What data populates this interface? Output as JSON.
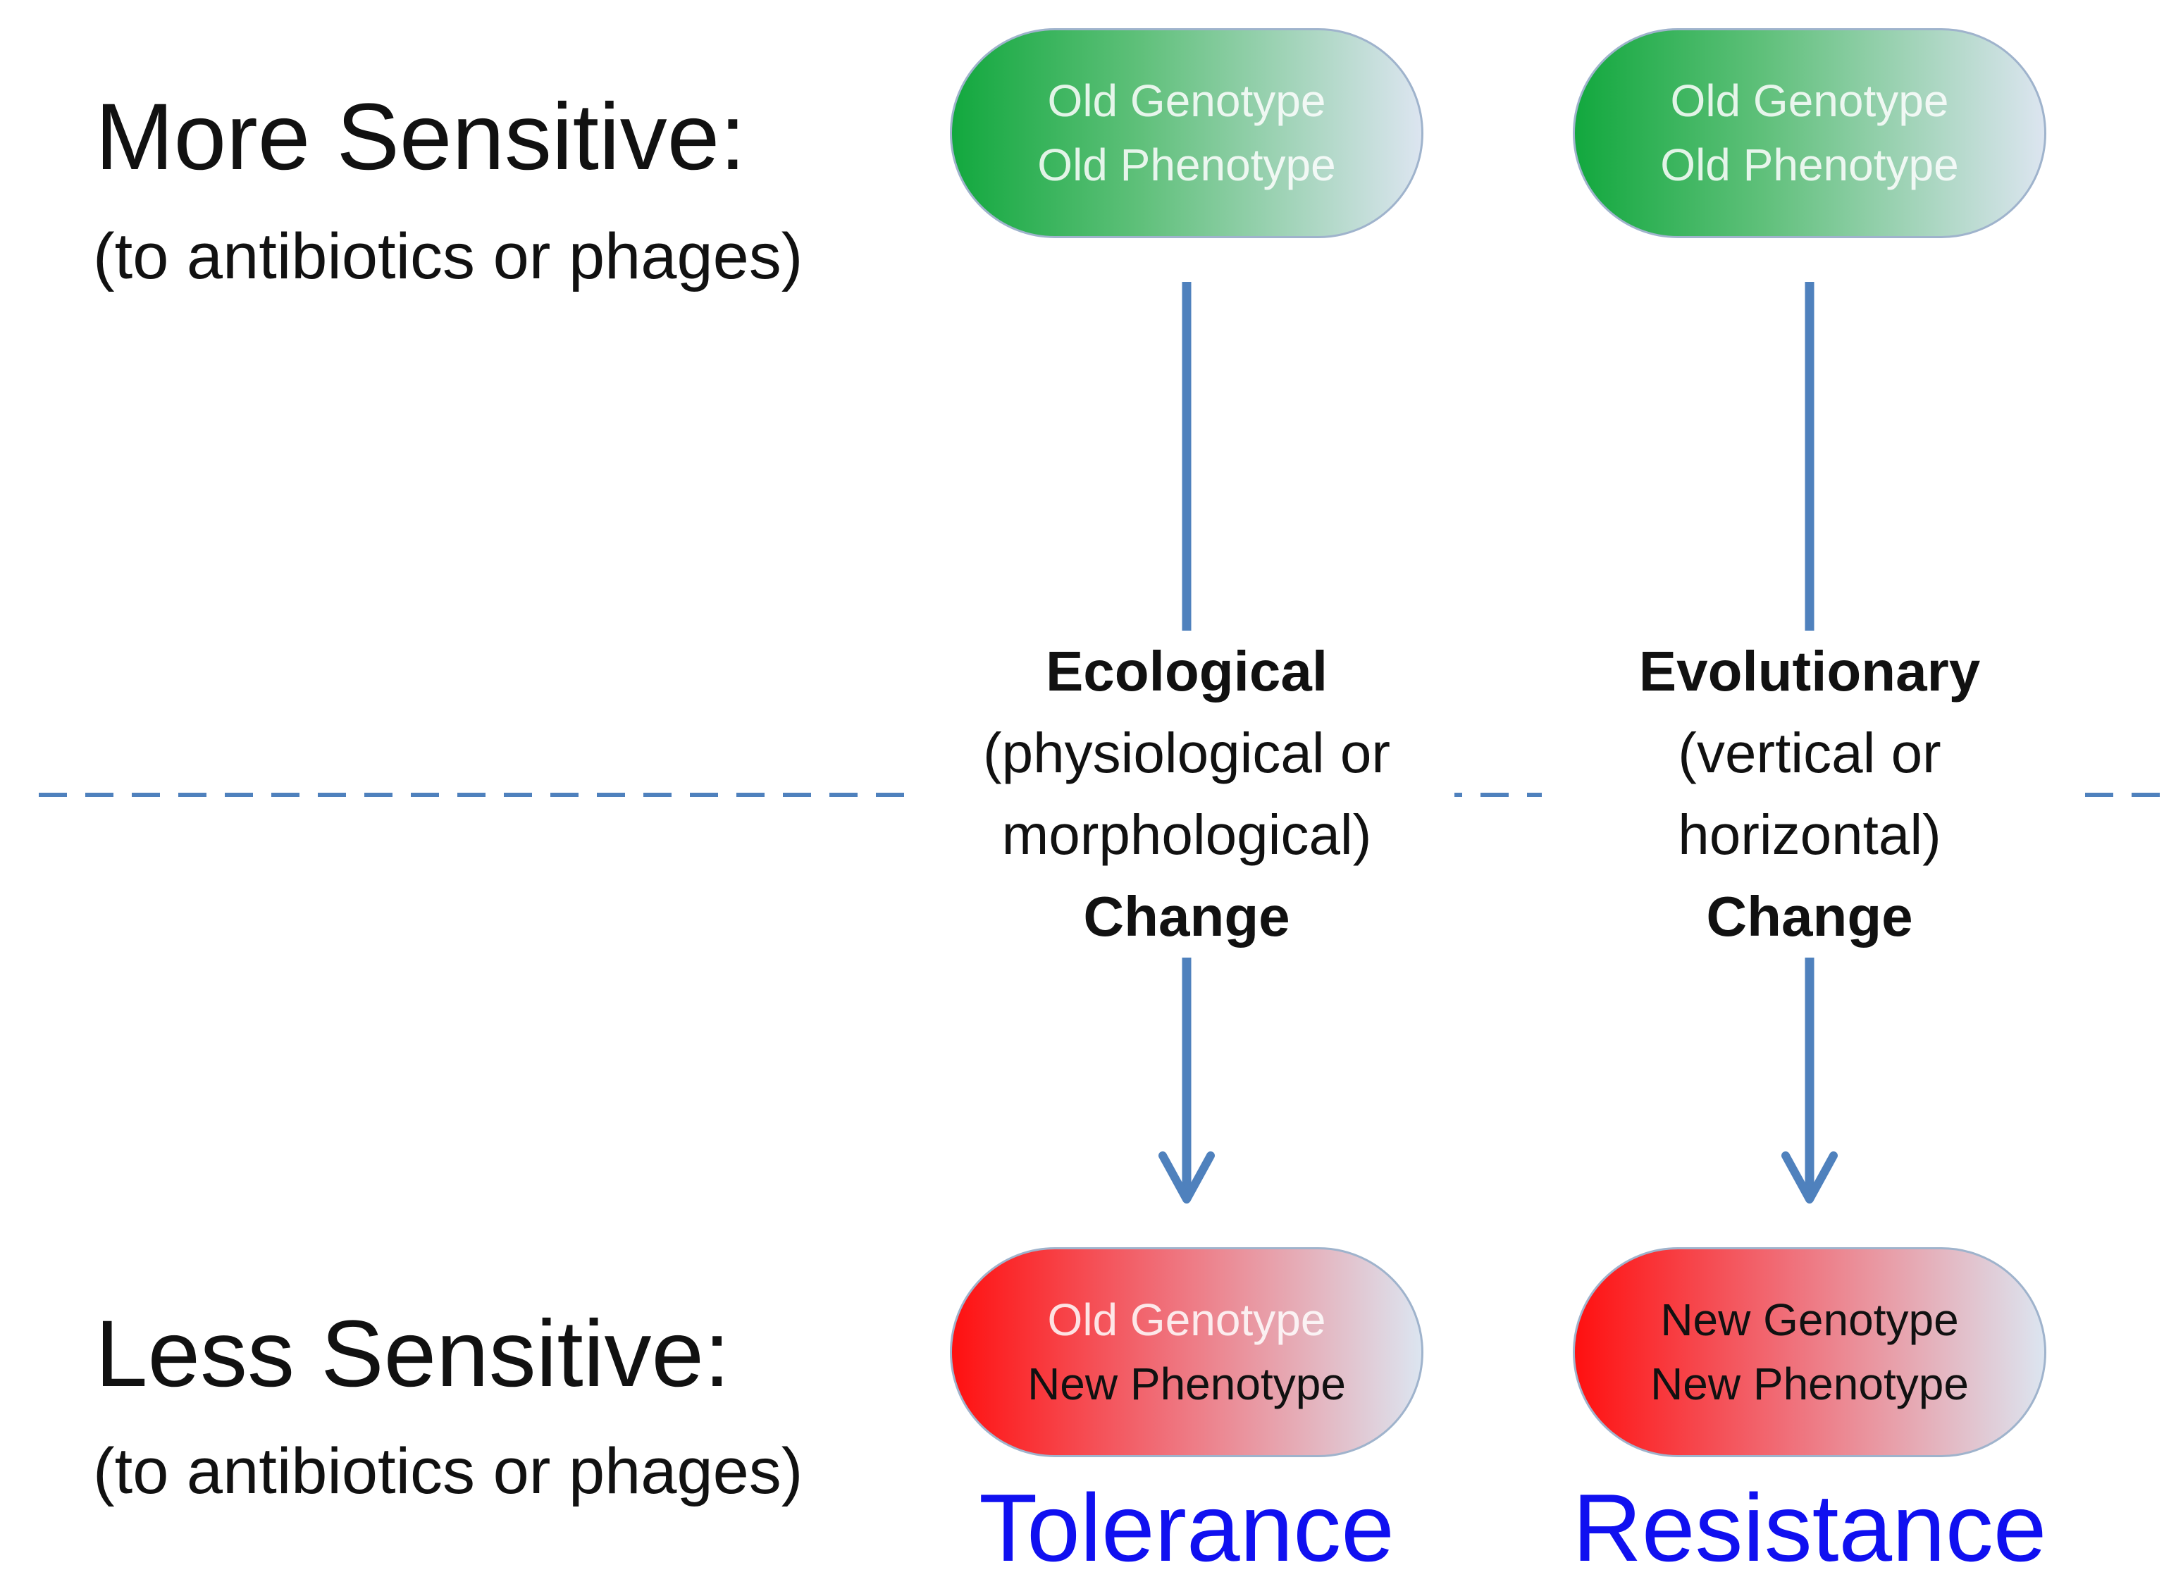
{
  "rows": {
    "top": {
      "heading": "More Sensitive:",
      "subheading": "(to antibiotics or phages)"
    },
    "bottom": {
      "heading": "Less Sensitive:",
      "subheading": "(to antibiotics or phages)"
    }
  },
  "pills": {
    "top_left": {
      "line1": "Old Genotype",
      "line2": "Old Phenotype"
    },
    "top_right": {
      "line1": "Old Genotype",
      "line2": "Old Phenotype"
    },
    "bottom_left": {
      "line1": "Old Genotype",
      "line2": "New Phenotype"
    },
    "bottom_right": {
      "line1": "New Genotype",
      "line2": "New Phenotype"
    }
  },
  "changes": {
    "left": {
      "title": "Ecological",
      "detail_line1": "(physiological or",
      "detail_line2": "morphological)",
      "suffix": "Change"
    },
    "right": {
      "title": "Evolutionary",
      "detail_line1": "(vertical or",
      "detail_line2": "horizontal)",
      "suffix": "Change"
    }
  },
  "outcomes": {
    "left": "Tolerance",
    "right": "Resistance"
  },
  "colors": {
    "arrow": "#4f81bd",
    "divider": "#4f81bd",
    "sensitive_pill": "#12a83e",
    "less_sensitive_pill": "#ff1010",
    "outcome_text": "#1010f0"
  }
}
